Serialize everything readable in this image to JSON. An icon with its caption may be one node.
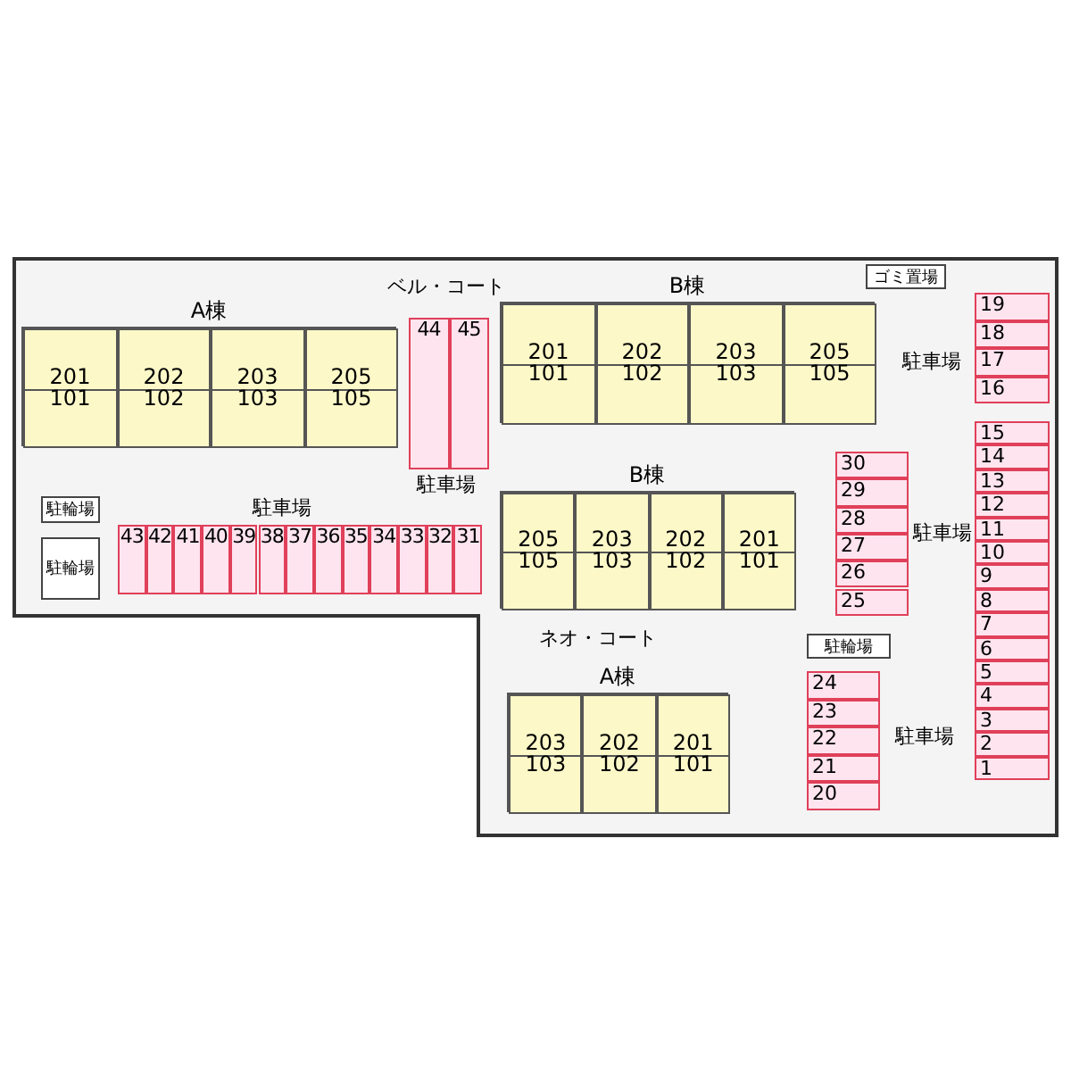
{
  "diagram": {
    "nodes": [
      {
        "text": [
          "A棟"
        ]
      },
      {
        "text": [
          "201",
          "101"
        ],
        "in": 0
      },
      {
        "text": [
          "202",
          "102"
        ],
        "in": 0
      },
      {
        "text": [
          "203",
          "103"
        ],
        "in": 0
      },
      {
        "text": [
          "205",
          "105"
        ],
        "in": 0
      },
      {
        "text": [
          "44"
        ]
      },
      {
        "text": [
          "45"
        ]
      },
      {
        "text": [
          "B棟"
        ]
      },
      {
        "text": [
          "201",
          "101"
        ],
        "in": 7
      },
      {
        "text": [
          "202",
          "102"
        ],
        "in": 7
      },
      {
        "text": [
          "203",
          "103"
        ],
        "in": 7
      },
      {
        "text": [
          "205",
          "105"
        ],
        "in": 7
      },
      {
        "text": [
          "ゴミ置場"
        ]
      },
      {
        "text": [
          "19"
        ]
      },
      {
        "text": [
          "18"
        ]
      },
      {
        "text": [
          "17"
        ]
      },
      {
        "text": [
          "16"
        ]
      },
      {
        "text": [
          "15"
        ]
      },
      {
        "text": [
          "14"
        ]
      },
      {
        "text": [
          "13"
        ]
      },
      {
        "text": [
          "12"
        ]
      },
      {
        "text": [
          "11"
        ]
      },
      {
        "text": [
          "10"
        ]
      },
      {
        "text": [
          "9"
        ]
      },
      {
        "text": [
          "8"
        ]
      },
      {
        "text": [
          "7"
        ]
      },
      {
        "text": [
          "6"
        ]
      },
      {
        "text": [
          "5"
        ]
      },
      {
        "text": [
          "4"
        ]
      },
      {
        "text": [
          "3"
        ]
      },
      {
        "text": [
          "2"
        ]
      },
      {
        "text": [
          "1"
        ]
      },
      {
        "text": [
          "駐輪場"
        ]
      },
      {
        "text": [
          "駐輪場"
        ]
      },
      {
        "text": [
          "43"
        ]
      },
      {
        "text": [
          "42"
        ]
      },
      {
        "text": [
          "41"
        ]
      },
      {
        "text": [
          "40"
        ]
      },
      {
        "text": [
          "39"
        ]
      },
      {
        "text": [
          "38"
        ]
      },
      {
        "text": [
          "37"
        ]
      },
      {
        "text": [
          "36"
        ]
      },
      {
        "text": [
          "35"
        ]
      },
      {
        "text": [
          "34"
        ]
      },
      {
        "text": [
          "33"
        ]
      },
      {
        "text": [
          "32"
        ]
      },
      {
        "text": [
          "31"
        ]
      },
      {
        "text": [
          "B棟"
        ]
      },
      {
        "text": [
          "205",
          "105"
        ],
        "in": 47
      },
      {
        "text": [
          "203",
          "103"
        ],
        "in": 47
      },
      {
        "text": [
          "202",
          "102"
        ],
        "in": 47
      },
      {
        "text": [
          "201",
          "101"
        ],
        "in": 47
      },
      {
        "text": [
          "30"
        ]
      },
      {
        "text": [
          "29"
        ]
      },
      {
        "text": [
          "28"
        ]
      },
      {
        "text": [
          "27"
        ]
      },
      {
        "text": [
          "26"
        ]
      },
      {
        "text": [
          "25"
        ]
      },
      {
        "text": [
          "駐輪場"
        ]
      },
      {
        "text": [
          "A棟"
        ]
      },
      {
        "text": [
          "203",
          "103"
        ],
        "in": 59
      },
      {
        "text": [
          "202",
          "102"
        ],
        "in": 59
      },
      {
        "text": [
          "201",
          "101"
        ],
        "in": 59
      },
      {
        "text": [
          "24"
        ]
      },
      {
        "text": [
          "23"
        ]
      },
      {
        "text": [
          "22"
        ]
      },
      {
        "text": [
          "21"
        ]
      },
      {
        "text": [
          "20"
        ]
      }
    ],
    "labels": [
      "ベル・コート",
      "駐車場",
      "駐車場",
      "駐車場",
      "駐車場",
      "ネオ・コート",
      "駐車場"
    ]
  }
}
